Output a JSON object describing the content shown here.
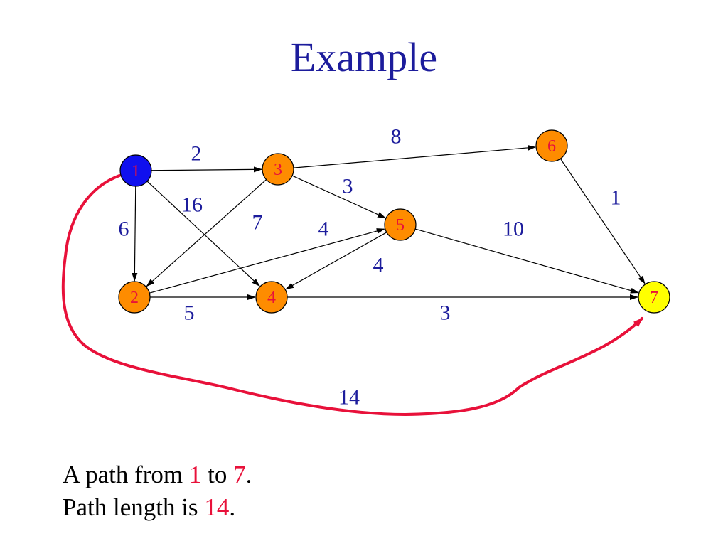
{
  "title": "Example",
  "colors": {
    "title": "#1c1c9c",
    "weight_text": "#1c1c9c",
    "highlight": "#e8113a",
    "node_source": "#1010ee",
    "node_default": "#fe8c00",
    "node_target": "#ffff00",
    "edge": "#000000",
    "path_curve": "#e8113a"
  },
  "graph": {
    "nodes": [
      {
        "id": "1",
        "label": "1",
        "role": "source"
      },
      {
        "id": "2",
        "label": "2",
        "role": "default"
      },
      {
        "id": "3",
        "label": "3",
        "role": "default"
      },
      {
        "id": "4",
        "label": "4",
        "role": "default"
      },
      {
        "id": "5",
        "label": "5",
        "role": "default"
      },
      {
        "id": "6",
        "label": "6",
        "role": "default"
      },
      {
        "id": "7",
        "label": "7",
        "role": "target"
      }
    ],
    "edges": [
      {
        "from": "1",
        "to": "3",
        "weight": "2"
      },
      {
        "from": "1",
        "to": "2",
        "weight": "6"
      },
      {
        "from": "1",
        "to": "4",
        "weight": "16"
      },
      {
        "from": "3",
        "to": "6",
        "weight": "8"
      },
      {
        "from": "3",
        "to": "5",
        "weight": "3"
      },
      {
        "from": "3",
        "to": "2",
        "weight": "7"
      },
      {
        "from": "2",
        "to": "5",
        "weight": "4"
      },
      {
        "from": "5",
        "to": "4",
        "weight": "4"
      },
      {
        "from": "2",
        "to": "4",
        "weight": "5"
      },
      {
        "from": "4",
        "to": "7",
        "weight": "3"
      },
      {
        "from": "5",
        "to": "7",
        "weight": "10"
      },
      {
        "from": "6",
        "to": "7",
        "weight": "1"
      }
    ],
    "highlighted_path": {
      "from": "1",
      "to": "7",
      "weight": "14"
    }
  },
  "caption": {
    "line1": {
      "prefix": "A path from ",
      "from": "1",
      "middle": " to ",
      "to": "7",
      "suffix": "."
    },
    "line2": {
      "prefix": "Path length is  ",
      "length": "14",
      "suffix": "."
    }
  }
}
